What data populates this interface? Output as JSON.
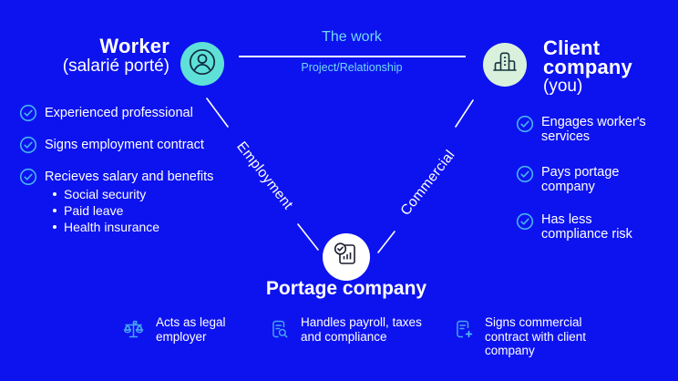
{
  "colors": {
    "background": "#0d13ee",
    "text_primary": "#ffffff",
    "text_accent_light_blue": "#72d8f6",
    "check_icon_blue": "#45b4f4",
    "feature_icon_blue": "#46a3f3",
    "worker_avatar_bg": "#5ee0d8",
    "client_avatar_bg": "#d9f1dc",
    "portage_avatar_bg": "#ffffff",
    "avatar_stroke_dark": "#0e2a3e",
    "connector_line": "#ffffff"
  },
  "worker": {
    "title": "Worker",
    "subtitle": "(salarié porté)",
    "icon": "person-icon",
    "benefits": [
      "Experienced professional",
      "Signs employment contract",
      "Recieves salary and benefits"
    ],
    "benefit_details": [
      "Social security",
      "Paid leave",
      "Health insurance"
    ]
  },
  "client": {
    "title": "Client company",
    "subtitle": "(you)",
    "icon": "building-icon",
    "benefits": [
      "Engages worker's services",
      "Pays portage company",
      "Has less compliance risk"
    ]
  },
  "portage": {
    "title": "Portage company",
    "icon": "report-check-icon",
    "roles": [
      {
        "icon": "scales-icon",
        "label": "Acts as legal employer"
      },
      {
        "icon": "payroll-doc-icon",
        "label": "Handles payroll, taxes and compliance"
      },
      {
        "icon": "contract-plus-icon",
        "label": "Signs commercial contract with client company"
      }
    ]
  },
  "relationships": {
    "work_title": "The work",
    "work_subtitle": "Project/Relationship",
    "worker_portage_label": "Employment",
    "client_portage_label": "Commercial"
  }
}
